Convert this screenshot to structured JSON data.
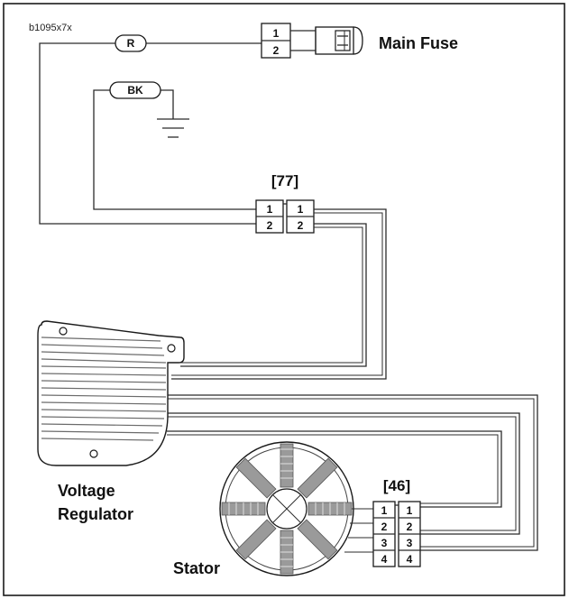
{
  "diagram": {
    "code": "b1095x7x",
    "wire_colors": {
      "red": "R",
      "black": "BK"
    },
    "main_fuse": {
      "label": "Main Fuse",
      "pins": [
        "1",
        "2"
      ]
    },
    "connector_77": {
      "label": "[77]",
      "pins": [
        "1",
        "2"
      ]
    },
    "connector_46": {
      "label": "[46]",
      "pins": [
        "1",
        "2",
        "3",
        "4"
      ]
    },
    "voltage_regulator": {
      "label_line1": "Voltage",
      "label_line2": "Regulator"
    },
    "stator": {
      "label": "Stator"
    }
  }
}
